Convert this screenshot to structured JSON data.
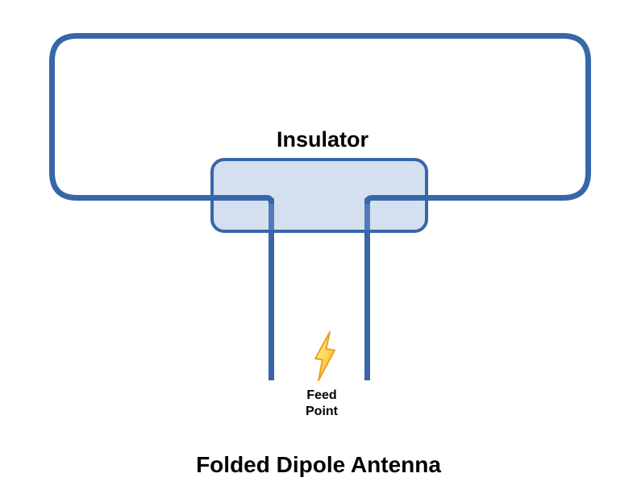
{
  "title": "Folded Dipole Antenna",
  "labels": {
    "insulator": "Insulator",
    "feed_point": {
      "line1": "Feed",
      "line2": "Point"
    }
  },
  "icons": {
    "feed_point_symbol": "lightning-bolt-icon"
  },
  "colors": {
    "wire": "#3767A8",
    "insulator_border": "#3767A8",
    "insulator_fill": "rgba(132,163,211,0.35)",
    "bolt_outline": "#EFA126",
    "bolt_gradient_start": "#FFF3BC",
    "bolt_gradient_mid": "#FFD34E",
    "bolt_gradient_end": "#F9A400",
    "text": "#000000",
    "background": "#FFFFFF"
  }
}
